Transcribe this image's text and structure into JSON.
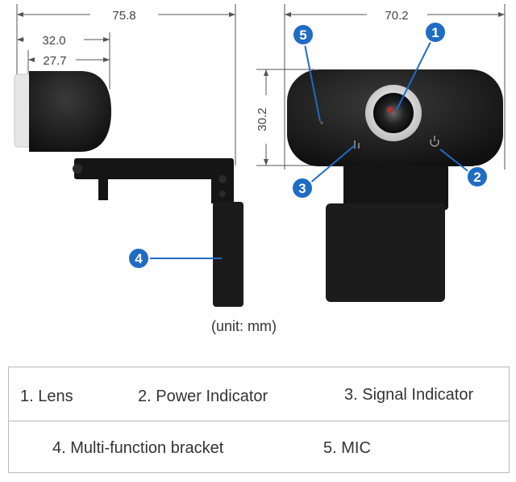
{
  "dimensions": {
    "total_depth": "75.8",
    "bracket_depth": "32.0",
    "lens_depth": "27.7",
    "width": "70.2",
    "height": "30.2"
  },
  "unit_note": "(unit: mm)",
  "callouts": [
    "1",
    "2",
    "3",
    "4",
    "5"
  ],
  "legend": {
    "items": [
      "1. Lens",
      "2. Power Indicator",
      "3. Signal Indicator",
      "4. Multi-function bracket",
      "5. MIC"
    ]
  },
  "colors": {
    "callout_blue": "#1f6cc4",
    "camera_body": "#1b1b1b",
    "dimension_line": "#555555"
  }
}
